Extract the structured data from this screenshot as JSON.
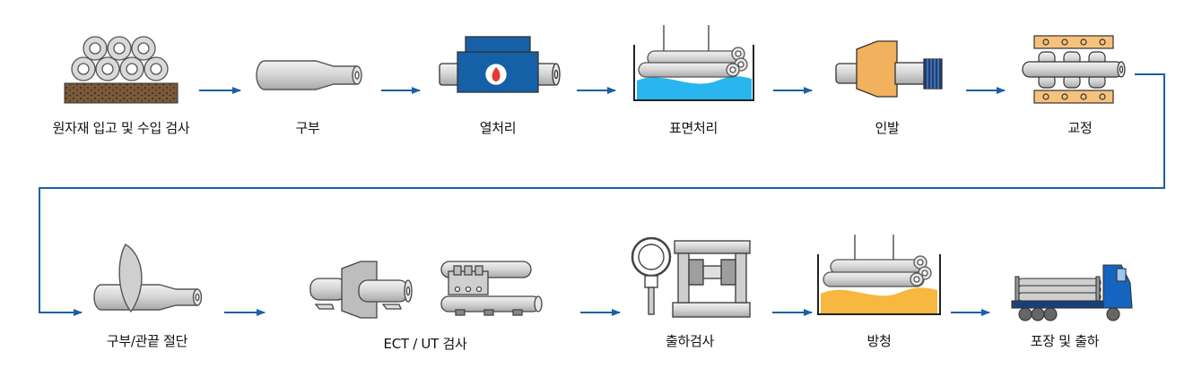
{
  "colors": {
    "arrow": "#1b5fa6",
    "steel_fill": "#d9d9d9",
    "steel_stroke": "#555555",
    "soil": "#7a5a3a",
    "furnace_blue": "#1660a8",
    "flame_red": "#e53935",
    "water": "#29b6ef",
    "die_orange": "#f2b15d",
    "plate_orange": "#f6c27b",
    "oil_orange": "#f8b73e",
    "truck_blue": "#1565c0"
  },
  "diagram": {
    "row1": [
      {
        "id": "raw",
        "label": "원자재 입고 및 수입 검사",
        "icon": "stacked-pipes-on-soil-icon"
      },
      {
        "id": "bend",
        "label": "구부",
        "icon": "swaged-tube-icon"
      },
      {
        "id": "heat",
        "label": "열처리",
        "icon": "heat-treatment-furnace-icon"
      },
      {
        "id": "surface",
        "label": "표면처리",
        "icon": "pickling-tank-icon"
      },
      {
        "id": "draw",
        "label": "인발",
        "icon": "drawing-die-icon"
      },
      {
        "id": "straight",
        "label": "교정",
        "icon": "straightening-rollers-icon"
      }
    ],
    "row2": [
      {
        "id": "cut",
        "label": "구부/관끝 절단",
        "icon": "cutting-saw-icon"
      },
      {
        "id": "ect",
        "label": "ECT  / UT 검사",
        "icon": "ect-ut-inspection-icon"
      },
      {
        "id": "inspect",
        "label": "출하검사",
        "icon": "gauge-and-press-icon"
      },
      {
        "id": "rust",
        "label": "방청",
        "icon": "anti-rust-tank-icon"
      },
      {
        "id": "ship",
        "label": "포장 및 출하",
        "icon": "truck-icon"
      }
    ]
  }
}
